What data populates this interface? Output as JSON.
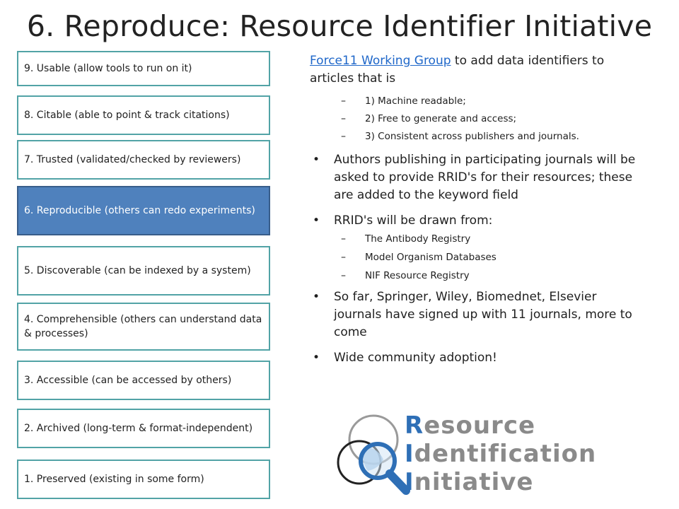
{
  "title": "6. Reproduce: Resource Identifier Initiative",
  "levels": [
    {
      "label": "9. Usable (allow tools to run on it)",
      "active": false
    },
    {
      "label": "8. Citable (able to point & track citations)",
      "active": false
    },
    {
      "label": "7. Trusted (validated/checked by reviewers)",
      "active": false
    },
    {
      "label": "6. Reproducible (others can redo experiments)",
      "active": true
    },
    {
      "label": "5. Discoverable (can be indexed by a system)",
      "active": false
    },
    {
      "label": "4. Comprehensible (others can understand data & processes)",
      "active": false
    },
    {
      "label": "3. Accessible (can be accessed by others)",
      "active": false
    },
    {
      "label": "2. Archived (long-term & format-independent)",
      "active": false
    },
    {
      "label": "1. Preserved (existing in some form)",
      "active": false
    }
  ],
  "content": {
    "intro_link": "Force11 Working Group",
    "intro_text": " to add data identifiers to articles that is",
    "intro_items": [
      "1) Machine readable;",
      "2) Free to generate and access;",
      "3) Consistent across publishers and journals."
    ],
    "bullet1": "Authors publishing in participating journals will be asked to provide RRID's for their resources; these are added to the keyword field",
    "bullet2": "RRID's will be drawn from:",
    "bullet2_items": [
      "The Antibody Registry",
      "Model Organism Databases",
      "NIF Resource Registry"
    ],
    "bullet3": "So far, Springer, Wiley, Biomednet, Elsevier journals have signed up with 11 journals, more to come",
    "bullet4": "Wide community adoption!",
    "bullet_glyph": "•",
    "dash_glyph": "–"
  },
  "logo": {
    "line1_initial": "R",
    "line1_rest": "esource",
    "line2_initial": "I",
    "line2_rest": "dentification",
    "line3_initial": "I",
    "line3_rest": "nitiative",
    "colors": {
      "gray": "#8a8a8a",
      "blue": "#2e6fb6",
      "handle": "#2e6fb6"
    }
  },
  "colors": {
    "box_border": "#52a3a6",
    "active_fill": "#4f81bd",
    "link": "#1f67c9"
  }
}
